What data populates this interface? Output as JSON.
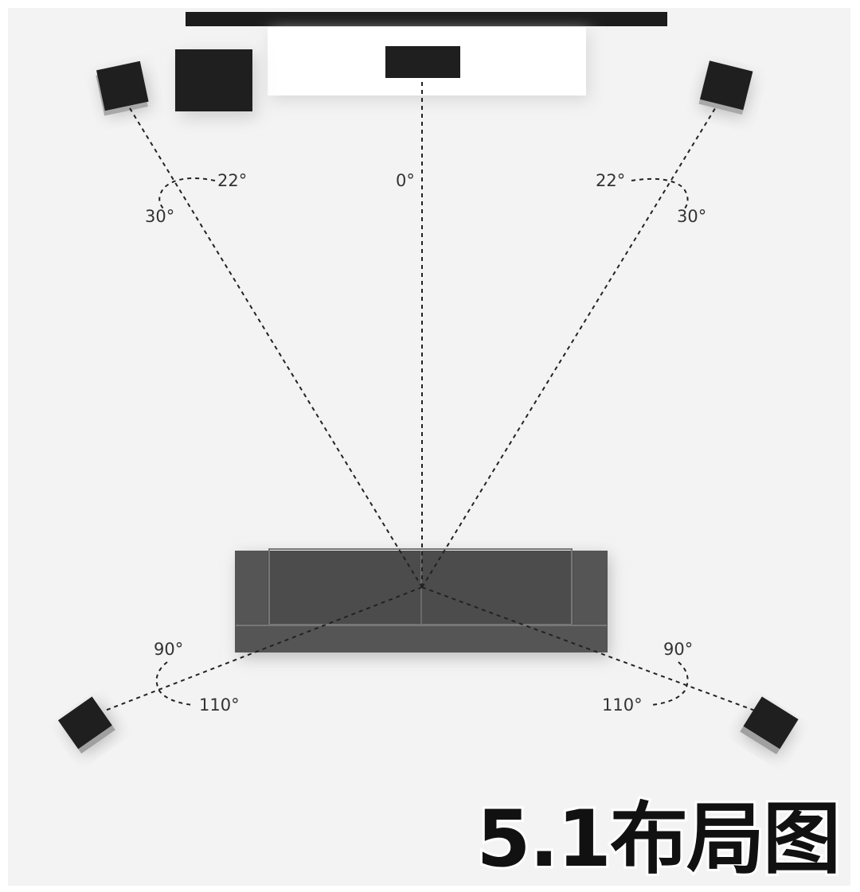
{
  "title": "5.1布局图",
  "angles": {
    "center": "0°",
    "front_left_inner": "22°",
    "front_left_outer": "30°",
    "front_right_inner": "22°",
    "front_right_outer": "30°",
    "surround_left_inner": "90°",
    "surround_left_outer": "110°",
    "surround_right_inner": "90°",
    "surround_right_outer": "110°"
  },
  "colors": {
    "floor": "#f3f3f3",
    "speaker": "#1f1f1f",
    "sofa": "#555555",
    "tv_stand": "#ffffff",
    "screen": "#1c1c1c"
  }
}
